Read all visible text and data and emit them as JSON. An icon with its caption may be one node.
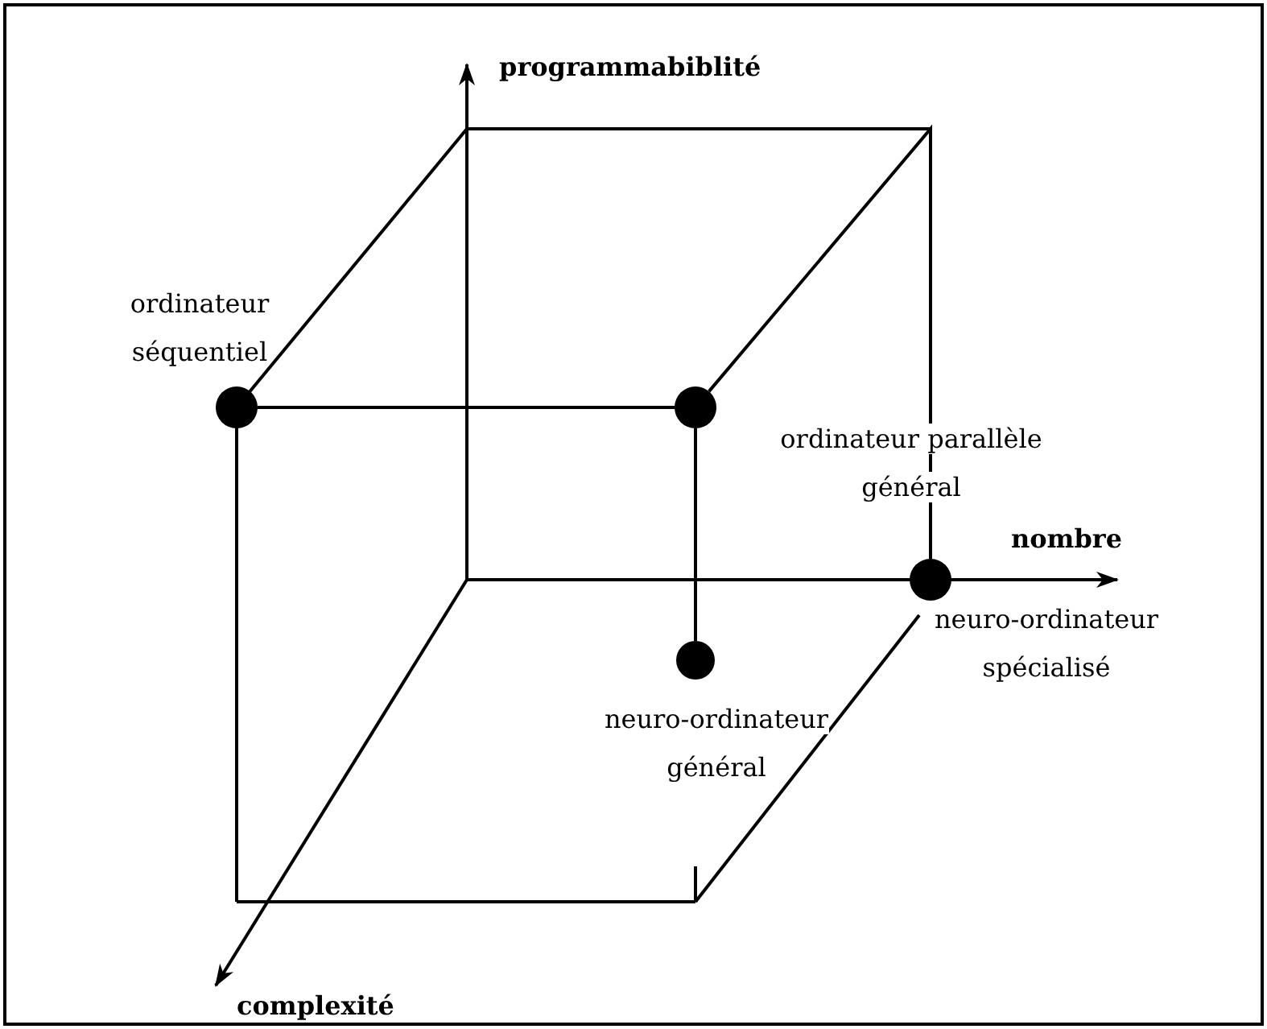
{
  "diagram": {
    "nodes": [
      {
        "text": [],
        "shape": "circle",
        "beside": [
          "ordinateur séquentiel"
        ]
      },
      {
        "text": [],
        "shape": "circle",
        "beside": [
          "ordinateur parallèle général"
        ]
      },
      {
        "text": [],
        "shape": "circle",
        "beside": [
          "neuro-ordinateur général"
        ]
      },
      {
        "text": [],
        "shape": "circle",
        "beside": [
          "neuro-ordinateur spécialisé"
        ]
      }
    ],
    "edges": [
      {
        "from": 0,
        "to": 1,
        "arrow": "none"
      },
      {
        "from": 1,
        "to": 2,
        "arrow": "none"
      },
      {
        "from": 1,
        "to": 3,
        "arrow": "none"
      }
    ],
    "labels": [
      "programmabiblité",
      "nombre",
      "complexité"
    ]
  }
}
